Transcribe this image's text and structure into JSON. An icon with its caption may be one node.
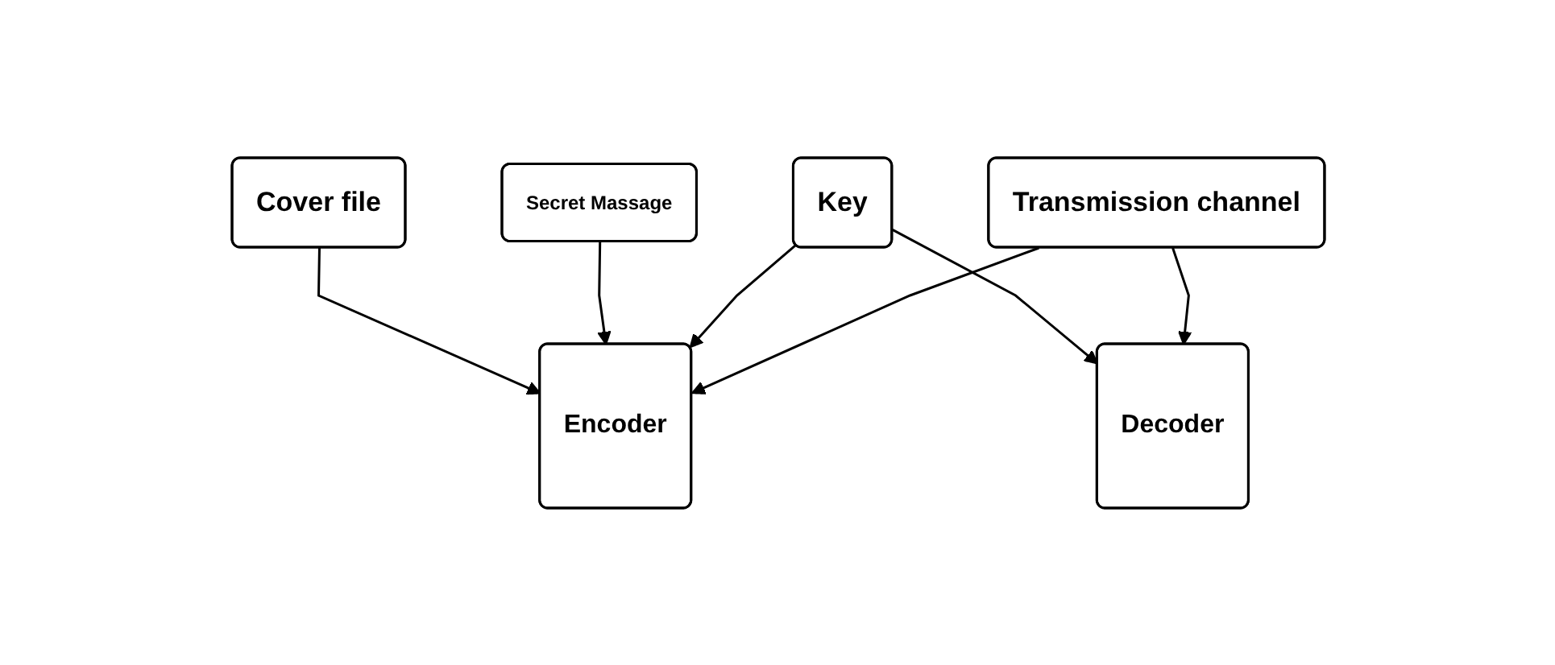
{
  "diagram": {
    "nodes": [
      {
        "text": [
          "Cover file"
        ]
      },
      {
        "text": [
          "Secret Massage"
        ]
      },
      {
        "text": [
          "Encoder"
        ]
      },
      {
        "text": [
          "Key"
        ]
      },
      {
        "text": [
          "Transmission channel"
        ]
      },
      {
        "text": [
          "Decoder"
        ]
      }
    ],
    "edges": [
      {
        "from": 0,
        "to": 2,
        "arrow": "to"
      },
      {
        "from": 1,
        "to": 2,
        "arrow": "to"
      },
      {
        "from": 3,
        "to": 2,
        "arrow": "to"
      },
      {
        "from": 3,
        "to": 5,
        "arrow": "to"
      },
      {
        "from": 4,
        "to": 2,
        "arrow": "to"
      },
      {
        "from": 4,
        "to": 5,
        "arrow": "to"
      }
    ]
  }
}
